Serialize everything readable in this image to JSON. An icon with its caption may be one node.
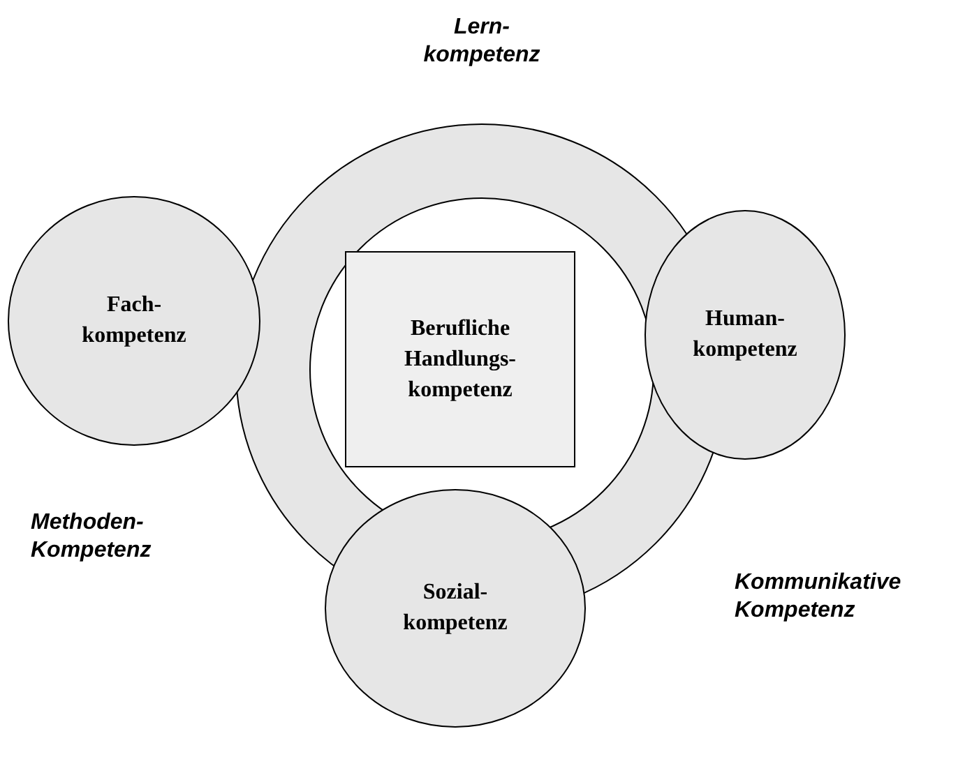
{
  "diagram": {
    "nodes": [
      {
        "text": [],
        "shape": "ring"
      },
      {
        "text": [
          "Fach- kompetenz"
        ]
      },
      {
        "text": [
          "Berufliche Handlungs- kompetenz"
        ],
        "in": 0
      },
      {
        "text": [
          "Human- kompetenz"
        ]
      },
      {
        "text": [
          "Sozial- kompetenz"
        ]
      }
    ],
    "edges": [],
    "labels": [
      "Lern- kompetenz",
      "Methoden- Kompetenz",
      "Kommunikative Kompetenz"
    ]
  }
}
